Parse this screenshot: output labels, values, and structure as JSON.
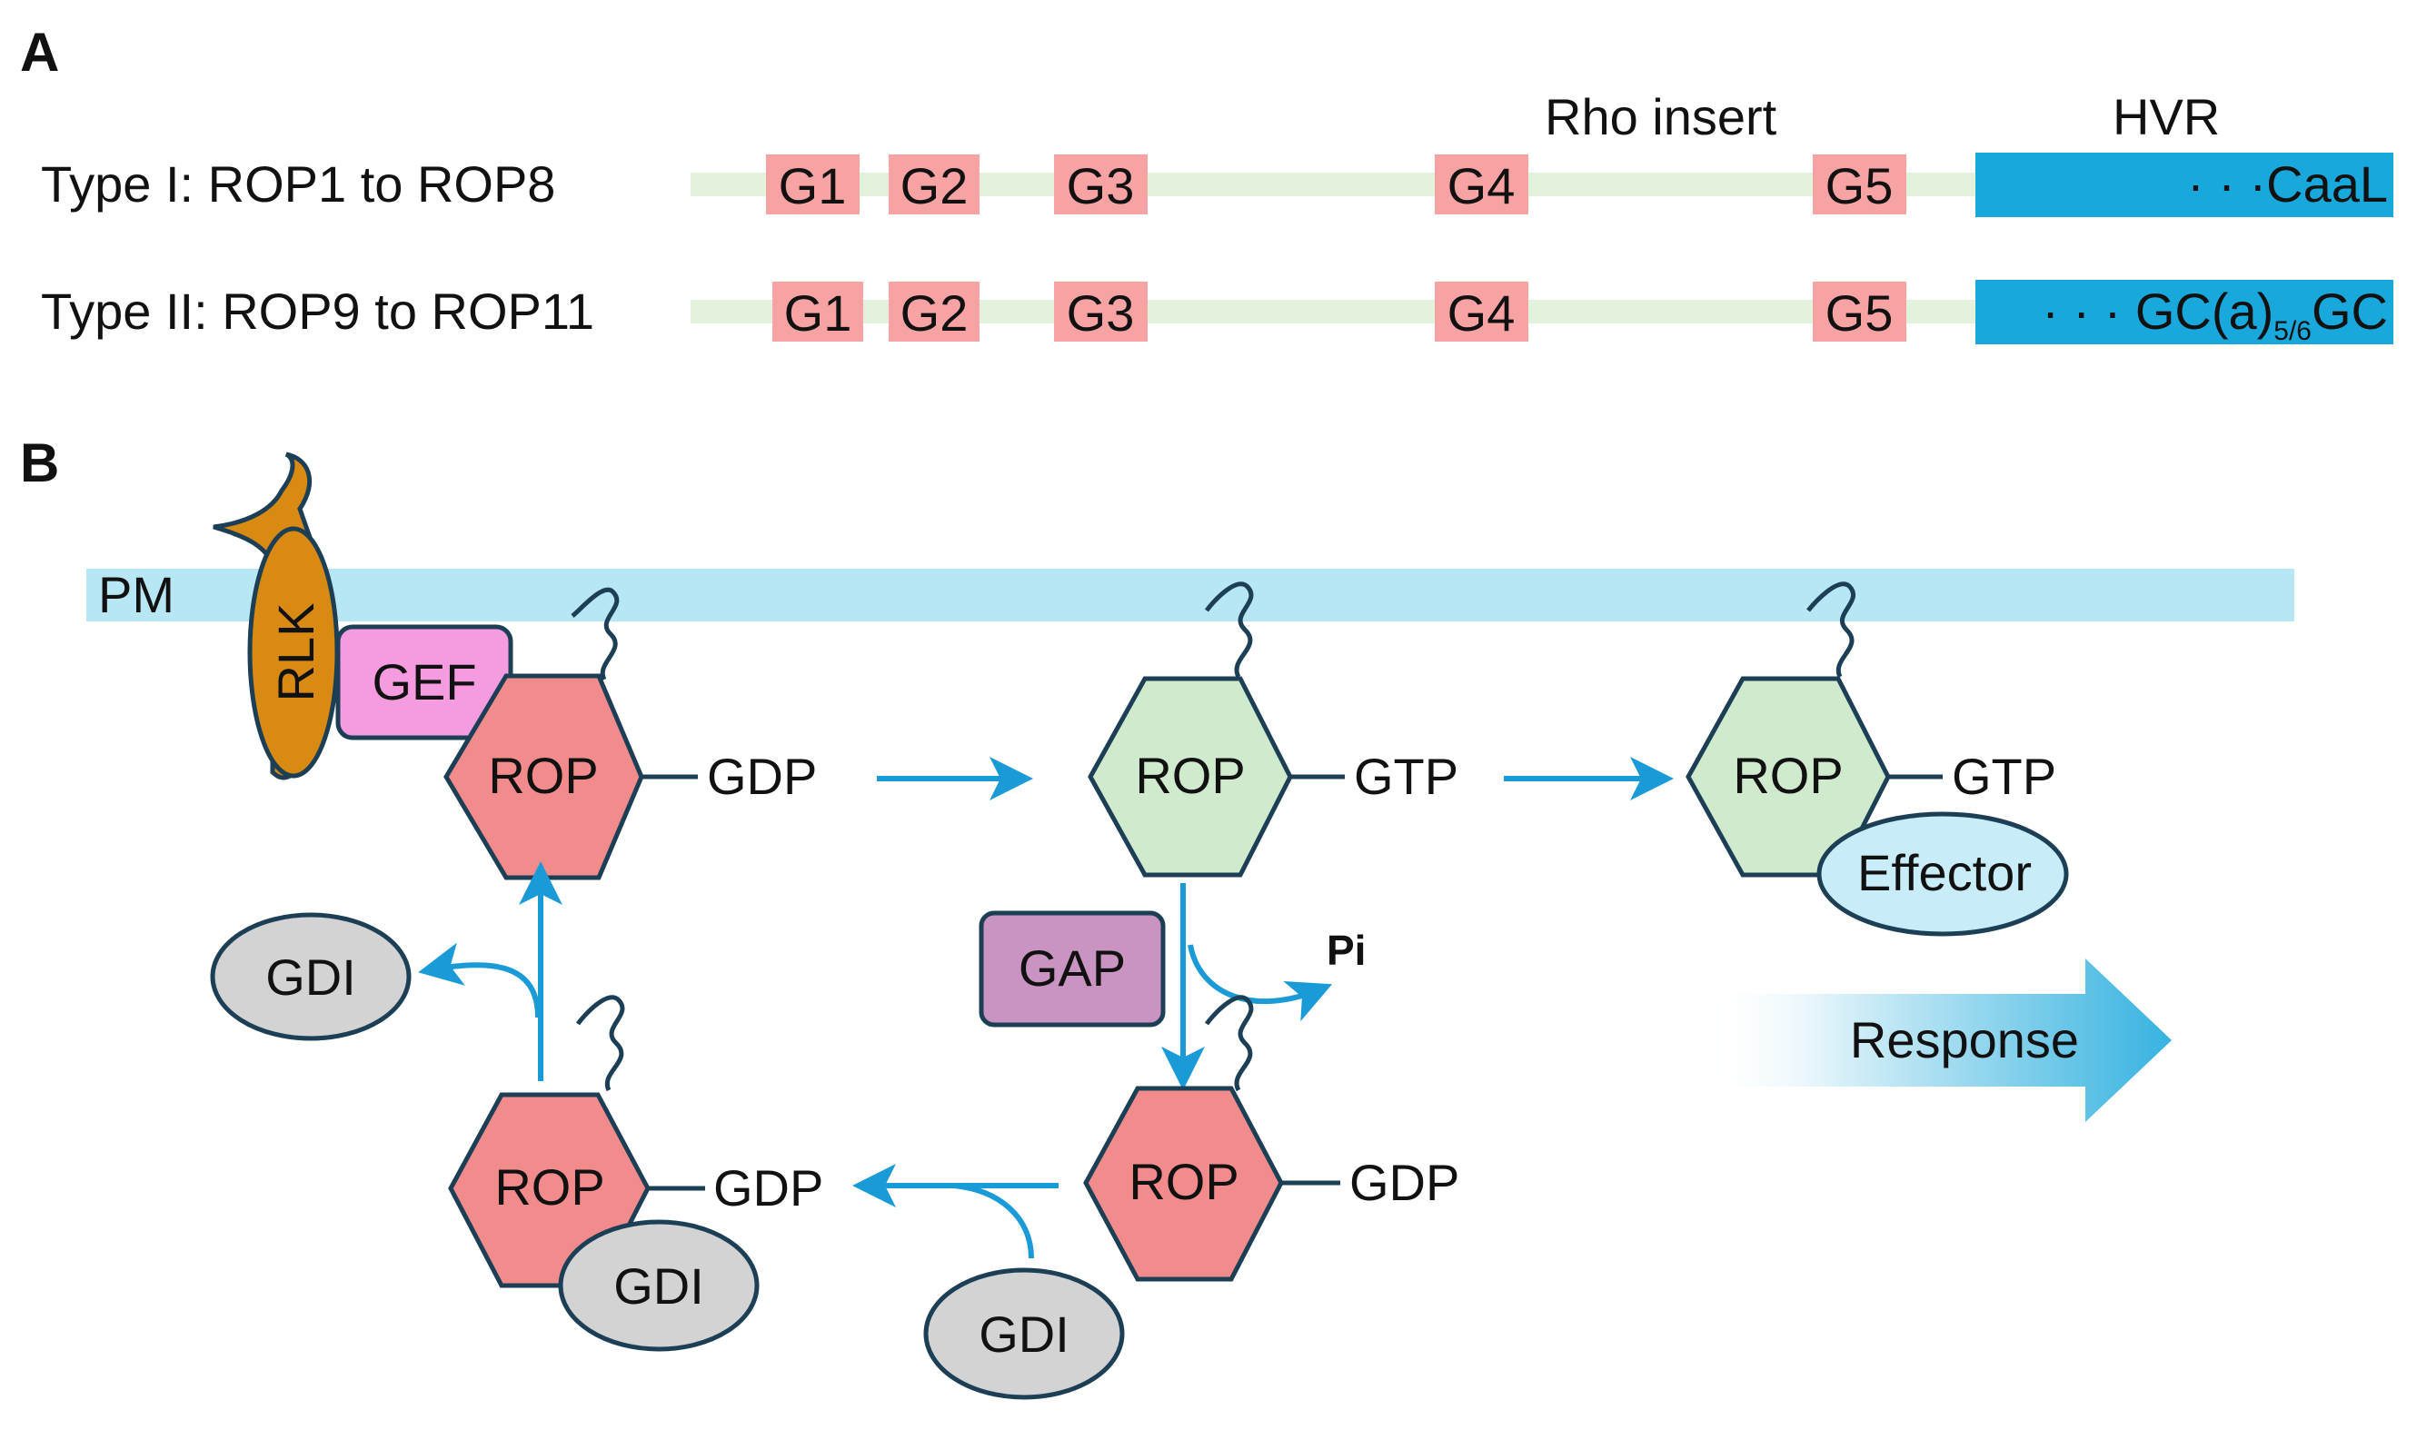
{
  "panel_a": {
    "letter": "A",
    "rho_insert_label": "Rho insert",
    "hvr_label": "HVR",
    "rows": [
      {
        "label": "Type I: ROP1 to ROP8",
        "motifs": [
          "G1",
          "G2",
          "G3",
          "G4",
          "G5"
        ],
        "tail_text": "· · ·CaaL",
        "tail_main": "",
        "tail_sub": "",
        "tail_end": ""
      },
      {
        "label": "Type II: ROP9 to ROP11",
        "motifs": [
          "G1",
          "G2",
          "G3",
          "G4",
          "G5"
        ],
        "tail_text": "· · · ",
        "tail_main": "GC(a)",
        "tail_sub": "5/6",
        "tail_end": "GC"
      }
    ]
  },
  "panel_b": {
    "letter": "B",
    "membrane_label": "PM",
    "rlk_label": "RLK",
    "gef_label": "GEF",
    "gap_label": "GAP",
    "pi_label": "Pi",
    "rop_label": "ROP",
    "gdp_label": "GDP",
    "gtp_label": "GTP",
    "effector_label": "Effector",
    "gdi_label": "GDI",
    "response_label": "Response"
  },
  "colors": {
    "gdp_rop": "#f28c8c",
    "gtp_rop": "#cfeacc",
    "arrow": "#1a9ad6",
    "hvr": "#18a8dc",
    "gbox": "#f7a3a3",
    "backbone": "#e3f2dd",
    "membrane": "#b7e6f5",
    "gef": "#f59be0",
    "gap": "#c993c2",
    "gdi": "#d3d3d3",
    "effector": "#c8ecf8",
    "rlk": "#d98a13"
  }
}
